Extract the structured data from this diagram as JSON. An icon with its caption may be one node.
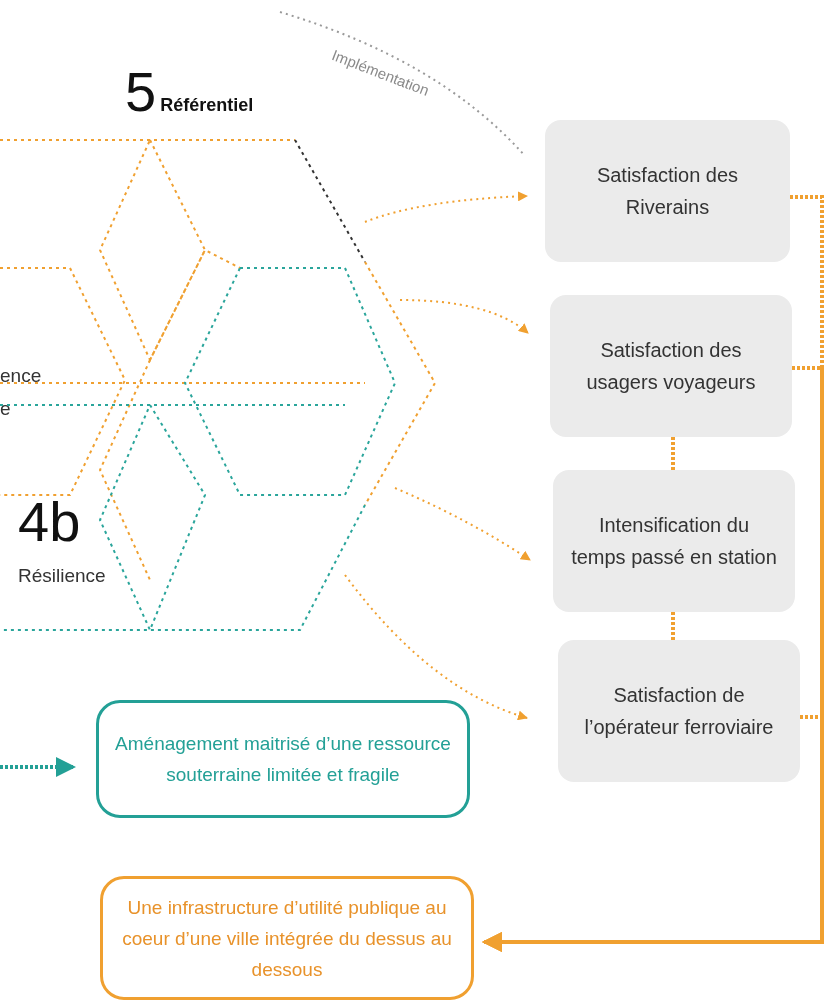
{
  "diagram": {
    "nodes": [
      {
        "text": [
          "5",
          "Référentiel"
        ]
      },
      {
        "text": [
          "Satisfaction des Riverains"
        ]
      },
      {
        "text": [
          "Satisfaction des usagers voyageurs"
        ]
      },
      {
        "text": [
          "Intensification du temps passé en station"
        ]
      },
      {
        "text": [
          "Satisfaction de l’opérateur ferroviaire"
        ]
      },
      {
        "text": [
          "Aménagement maitrisé d’une ressource souterraine limitée et fragile"
        ]
      },
      {
        "text": [
          "Une infrastructure d’utilité publique au coeur d’une ville intégrée du dessus au dessous"
        ]
      }
    ],
    "edges": [
      {
        "from": null,
        "to": 1,
        "arrow": "none",
        "label": "Implémentation",
        "style": "dashed",
        "color": "#9a9a9a"
      },
      {
        "from": 0,
        "to": 1,
        "arrow": "to",
        "style": "dashed"
      },
      {
        "from": 0,
        "to": 2,
        "arrow": "to",
        "style": "dashed"
      },
      {
        "from": 0,
        "to": 3,
        "arrow": "to",
        "style": "dashed"
      },
      {
        "from": 0,
        "to": 4,
        "arrow": "to",
        "style": "dashed"
      },
      {
        "from": 2,
        "to": 3,
        "arrow": "none",
        "style": "dashed"
      },
      {
        "from": 3,
        "to": 4,
        "arrow": "none",
        "style": "dashed"
      },
      {
        "from": 1,
        "to": 6,
        "arrow": "to",
        "style": "dashed"
      },
      {
        "from": 2,
        "to": 6,
        "arrow": "to",
        "style": "dashed"
      },
      {
        "from": 4,
        "to": 6,
        "arrow": "to",
        "style": "dashed"
      },
      {
        "from": null,
        "to": 5,
        "arrow": "to",
        "style": "dashed",
        "color": "#23a096"
      }
    ],
    "labels": [
      "ence",
      "e",
      "4b",
      "Résilience"
    ]
  }
}
